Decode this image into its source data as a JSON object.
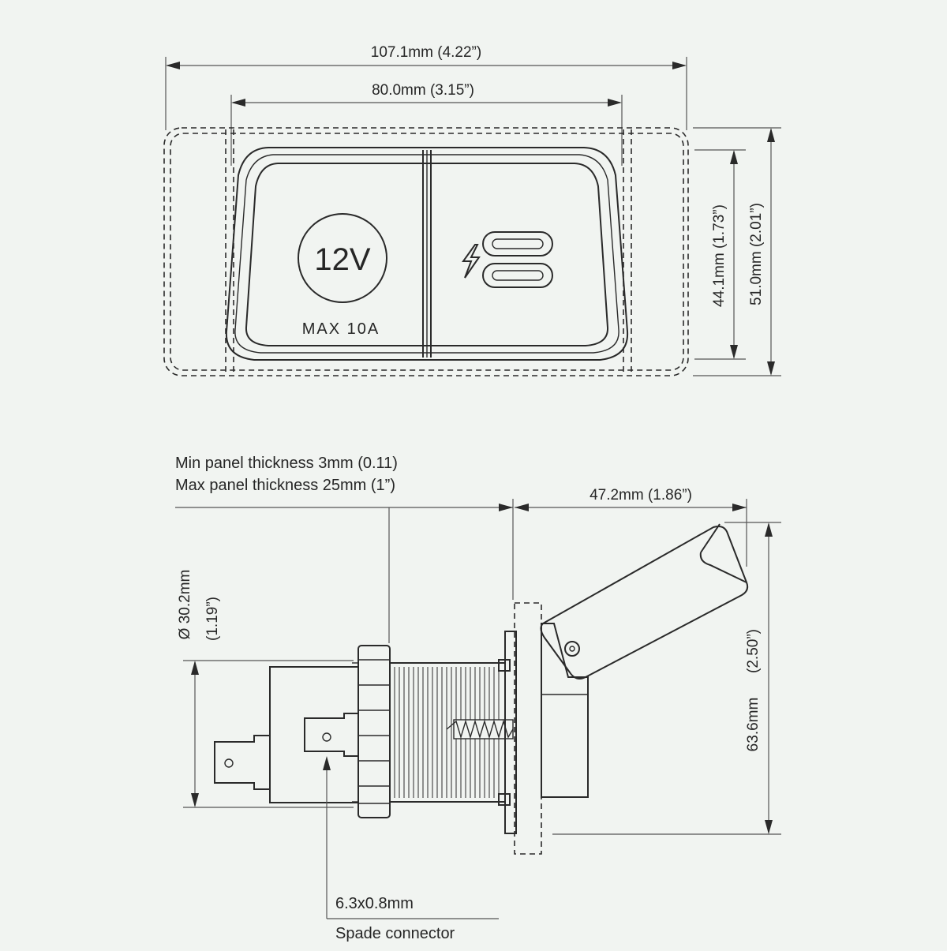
{
  "top_view": {
    "overall_width": "107.1mm  (4.22”)",
    "inner_width": "80.0mm (3.15”)",
    "inner_height": "44.1mm (1.73”)",
    "overall_height": "51.0mm (2.01”)",
    "socket_label": "12V",
    "socket_rating": "MAX 10A",
    "icons": [
      "lightning-icon",
      "usb-c-port-icon",
      "usb-c-port-icon"
    ]
  },
  "side_view": {
    "min_panel": "Min panel thickness 3mm (0.11)",
    "max_panel": "Max panel thickness 25mm (1”)",
    "depth": "47.2mm  (1.86”)",
    "diameter": "Ø 30.2mm",
    "diameter_in": "(1.19”)",
    "height": "63.6mm",
    "height_in": "(2.50”)",
    "spade_size": "6.3x0.8mm",
    "spade_label": "Spade connector"
  }
}
